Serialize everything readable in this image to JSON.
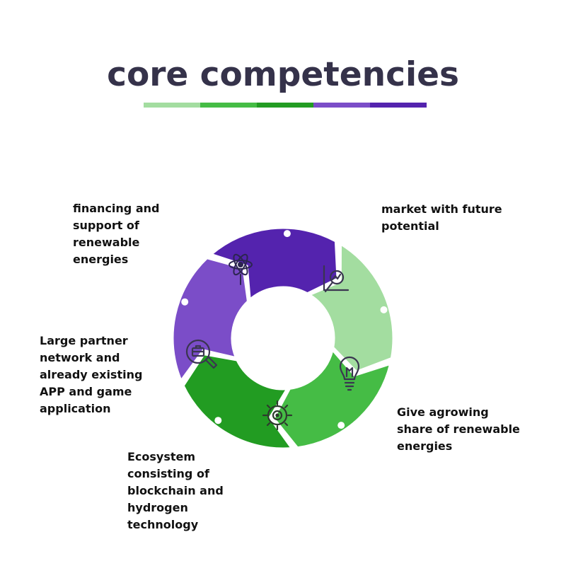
{
  "title": "core competencies",
  "bar_colors": [
    "#a3dda0",
    "#45bc45",
    "#229c22",
    "#7b4dc8",
    "#5423ae"
  ],
  "segments": [
    {
      "color": "#a3dda0",
      "icon": "chart-magnifier-icon",
      "label": [
        "market with future",
        "potential"
      ]
    },
    {
      "color": "#45bc45",
      "icon": "lightbulb-icon",
      "label": [
        "Give agrowing",
        "share of renewable",
        "energies"
      ]
    },
    {
      "color": "#229c22",
      "icon": "target-gear-icon",
      "label": [
        "Ecosystem",
        "consisting of",
        "blockchain and",
        "hydrogen",
        "technology"
      ]
    },
    {
      "color": "#7b4dc8",
      "icon": "briefcase-search-icon",
      "label": [
        "Large partner",
        "network and",
        "already existing",
        "APP and game",
        "application"
      ]
    },
    {
      "color": "#5423ae",
      "icon": "atom-icon",
      "label": [
        "financing and",
        "support of",
        "renewable",
        "energies"
      ]
    }
  ]
}
